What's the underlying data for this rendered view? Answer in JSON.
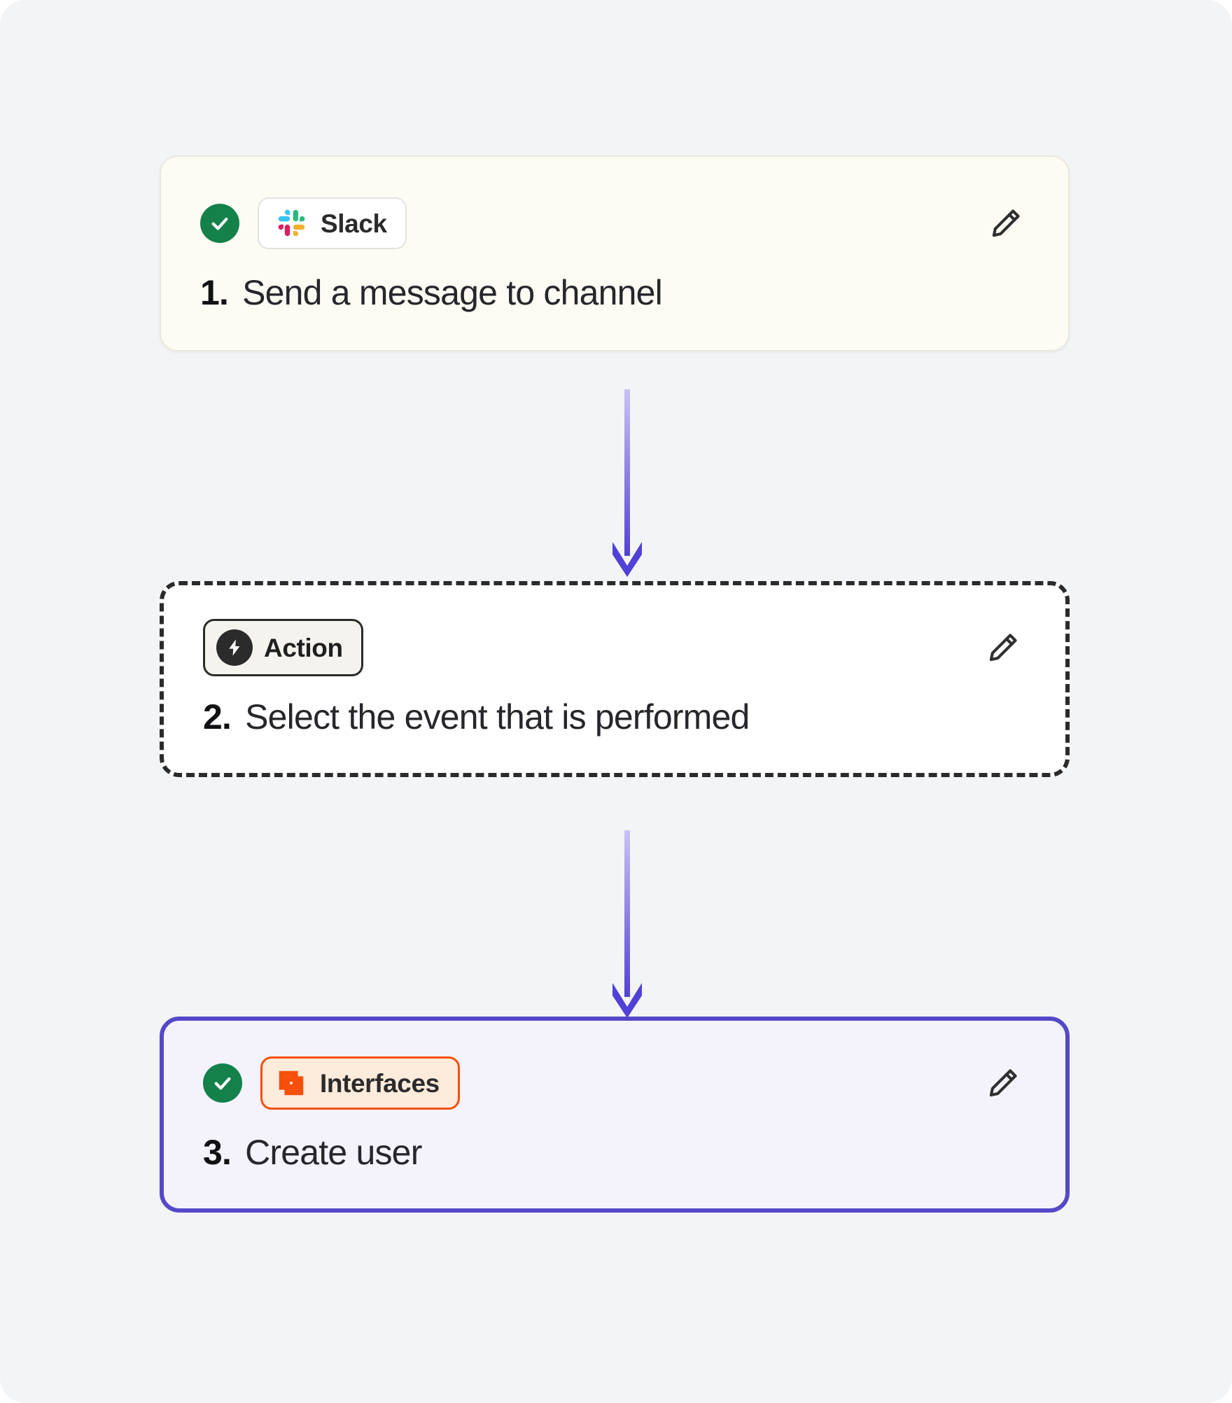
{
  "theme": {
    "page_bg": "#F3F4F5",
    "accent_purple": "#5548C8",
    "accent_orange": "#F5500A",
    "success_green": "#14804A",
    "dark": "#2B2B2B",
    "card1_bg": "#FDFCF4",
    "card3_bg": "#F4F3FC"
  },
  "workflow": {
    "steps": [
      {
        "number": "1.",
        "title": "Send a message to channel",
        "badge_label": "Slack",
        "badge_icon": "slack-logo-icon",
        "status": "complete",
        "status_icon": "check-circle-icon",
        "edit_icon": "pencil-icon",
        "state": "completed"
      },
      {
        "number": "2.",
        "title": "Select the event that is performed",
        "badge_label": "Action",
        "badge_icon": "lightning-bolt-icon",
        "status": "empty",
        "edit_icon": "pencil-icon",
        "state": "placeholder"
      },
      {
        "number": "3.",
        "title": "Create user",
        "badge_label": "Interfaces",
        "badge_icon": "interfaces-squares-icon",
        "status": "complete",
        "status_icon": "check-circle-icon",
        "edit_icon": "pencil-icon",
        "state": "selected"
      }
    ],
    "connectors": [
      {
        "icon": "down-arrow-icon"
      },
      {
        "icon": "down-arrow-icon"
      }
    ]
  }
}
